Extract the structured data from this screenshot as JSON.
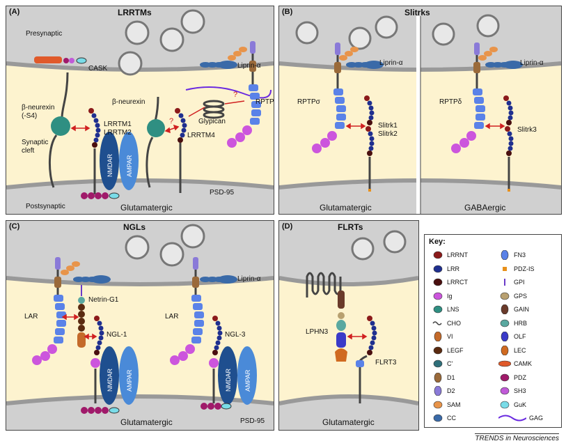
{
  "panels": {
    "a": {
      "letter": "(A)",
      "title": "LRRTMs",
      "presynaptic": "Presynaptic",
      "postsynaptic": "Postsynaptic",
      "synaptic_cleft": "Synaptic\ncleft",
      "cask": "CASK",
      "beta_neurexin_s4": "β-neurexin\n(-S4)",
      "beta_neurexin": "β-neurexin",
      "lrrtm12": "LRRTM1\nLRRTM2",
      "lrrtm4": "LRRTM4",
      "glypican": "Glypican",
      "liprin": "Liprin-α",
      "rptp": "RPTP",
      "nmdar": "NMDAR",
      "ampar": "AMPAR",
      "psd95": "PSD-95",
      "bottom": "Glutamatergic",
      "q": "?"
    },
    "b": {
      "letter": "(B)",
      "title": "Slitrks",
      "liprin1": "Liprin-α",
      "liprin2": "Liprin-α",
      "rptp_sigma": "RPTPσ",
      "rptp_delta": "RPTPδ",
      "slitrk12": "Slitrk1\nSlitrk2",
      "slitrk3": "Slitrk3",
      "bottom1": "Glutamatergic",
      "bottom2": "GABAergic"
    },
    "c": {
      "letter": "(C)",
      "title": "NGLs",
      "liprin": "Liprin-α",
      "lar1": "LAR",
      "lar2": "LAR",
      "netrin": "Netrin-G1",
      "ngl1": "NGL-1",
      "ngl3": "NGL-3",
      "nmdar": "NMDAR",
      "ampar": "AMPAR",
      "psd95": "PSD-95",
      "bottom": "Glutamatergic"
    },
    "d": {
      "letter": "(D)",
      "title": "FLRTs",
      "lphn3": "LPHN3",
      "flrt3": "FLRT3",
      "bottom": "Glutamatergic"
    }
  },
  "key": {
    "title": "Key:",
    "items": [
      {
        "label": "LRRNT",
        "color": "#8b1a1a"
      },
      {
        "label": "LRR",
        "color": "#1f2f8f"
      },
      {
        "label": "LRRCT",
        "color": "#4a0f0f"
      },
      {
        "label": "Ig",
        "color": "#cc55dd"
      },
      {
        "label": "LNS",
        "color": "#2f8f82"
      },
      {
        "label": "CHO",
        "color": "#444444"
      },
      {
        "label": "VI",
        "color": "#c46a2a"
      },
      {
        "label": "LEGF",
        "color": "#5a2a10"
      },
      {
        "label": "C'",
        "color": "#2f6f7a"
      },
      {
        "label": "D1",
        "color": "#9a6a3a"
      },
      {
        "label": "D2",
        "color": "#8a7ad8"
      },
      {
        "label": "SAM",
        "color": "#e8944a"
      },
      {
        "label": "CC",
        "color": "#3a6aa8"
      },
      {
        "label": "FN3",
        "color": "#5a82e8"
      },
      {
        "label": "PDZ-IS",
        "color": "#e8901a"
      },
      {
        "label": "GPI",
        "color": "#6a3ac8"
      },
      {
        "label": "GPS",
        "color": "#b8a070"
      },
      {
        "label": "GAIN",
        "color": "#6a3a2a"
      },
      {
        "label": "HRB",
        "color": "#5aa8a0"
      },
      {
        "label": "OLF",
        "color": "#3a3ac8"
      },
      {
        "label": "LEC",
        "color": "#d06a20"
      },
      {
        "label": "CAMK",
        "color": "#e05a2a"
      },
      {
        "label": "PDZ",
        "color": "#a01a6a"
      },
      {
        "label": "SH3",
        "color": "#c05ad8"
      },
      {
        "label": "GuK",
        "color": "#7adce8"
      },
      {
        "label": "GAG",
        "color": "#6a2ae0"
      }
    ]
  },
  "footer": "TRENDS in Neurosciences"
}
